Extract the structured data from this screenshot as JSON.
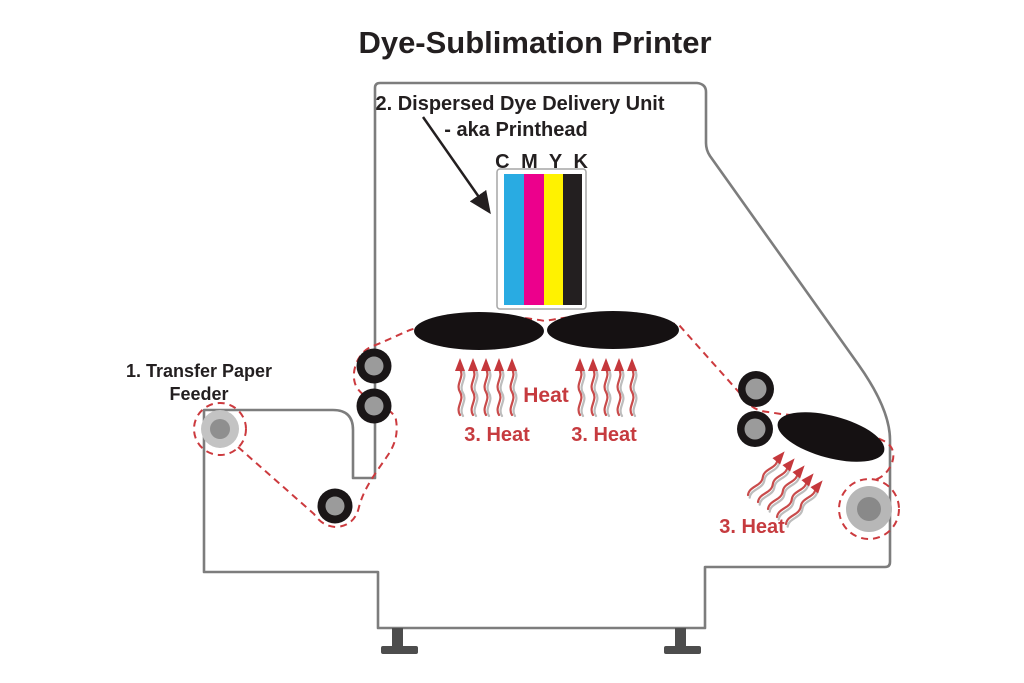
{
  "title": "Dye-Sublimation Printer",
  "labels": {
    "feeder": {
      "line1": "1. Transfer Paper",
      "line2": "Feeder"
    },
    "printhead": {
      "line1": "2. Dispersed Dye Delivery Unit",
      "line2": "- aka Printhead"
    },
    "cmyk": "C M Y K",
    "heat_center": "Heat",
    "heat_under_left": "3. Heat",
    "heat_under_right": "3. Heat",
    "heat_fuser": "3. Heat"
  },
  "colors": {
    "cyan": "#29abe2",
    "magenta": "#ec008c",
    "yellow": "#fff200",
    "ink_black": "#231f20",
    "text_black": "#231f20",
    "red": "#c63b3f",
    "outline_gray": "#7d7d7d"
  }
}
